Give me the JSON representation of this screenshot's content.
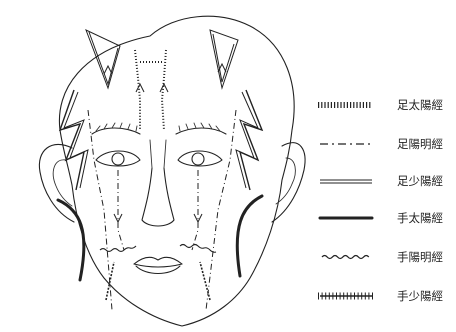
{
  "legend": [
    {
      "key": "foot-taiyang",
      "label": "足太陽經",
      "style": "ticks"
    },
    {
      "key": "foot-yangming",
      "label": "足陽明經",
      "style": "dashdot"
    },
    {
      "key": "foot-shaoyang",
      "label": "足少陽經",
      "style": "double"
    },
    {
      "key": "hand-taiyang",
      "label": "手太陽經",
      "style": "thick"
    },
    {
      "key": "hand-yangming",
      "label": "手陽明經",
      "style": "wavy"
    },
    {
      "key": "hand-shaoyang",
      "label": "手少陽經",
      "style": "crosshatch"
    }
  ],
  "colors": {
    "ink": "#222222",
    "background": "#ffffff"
  }
}
